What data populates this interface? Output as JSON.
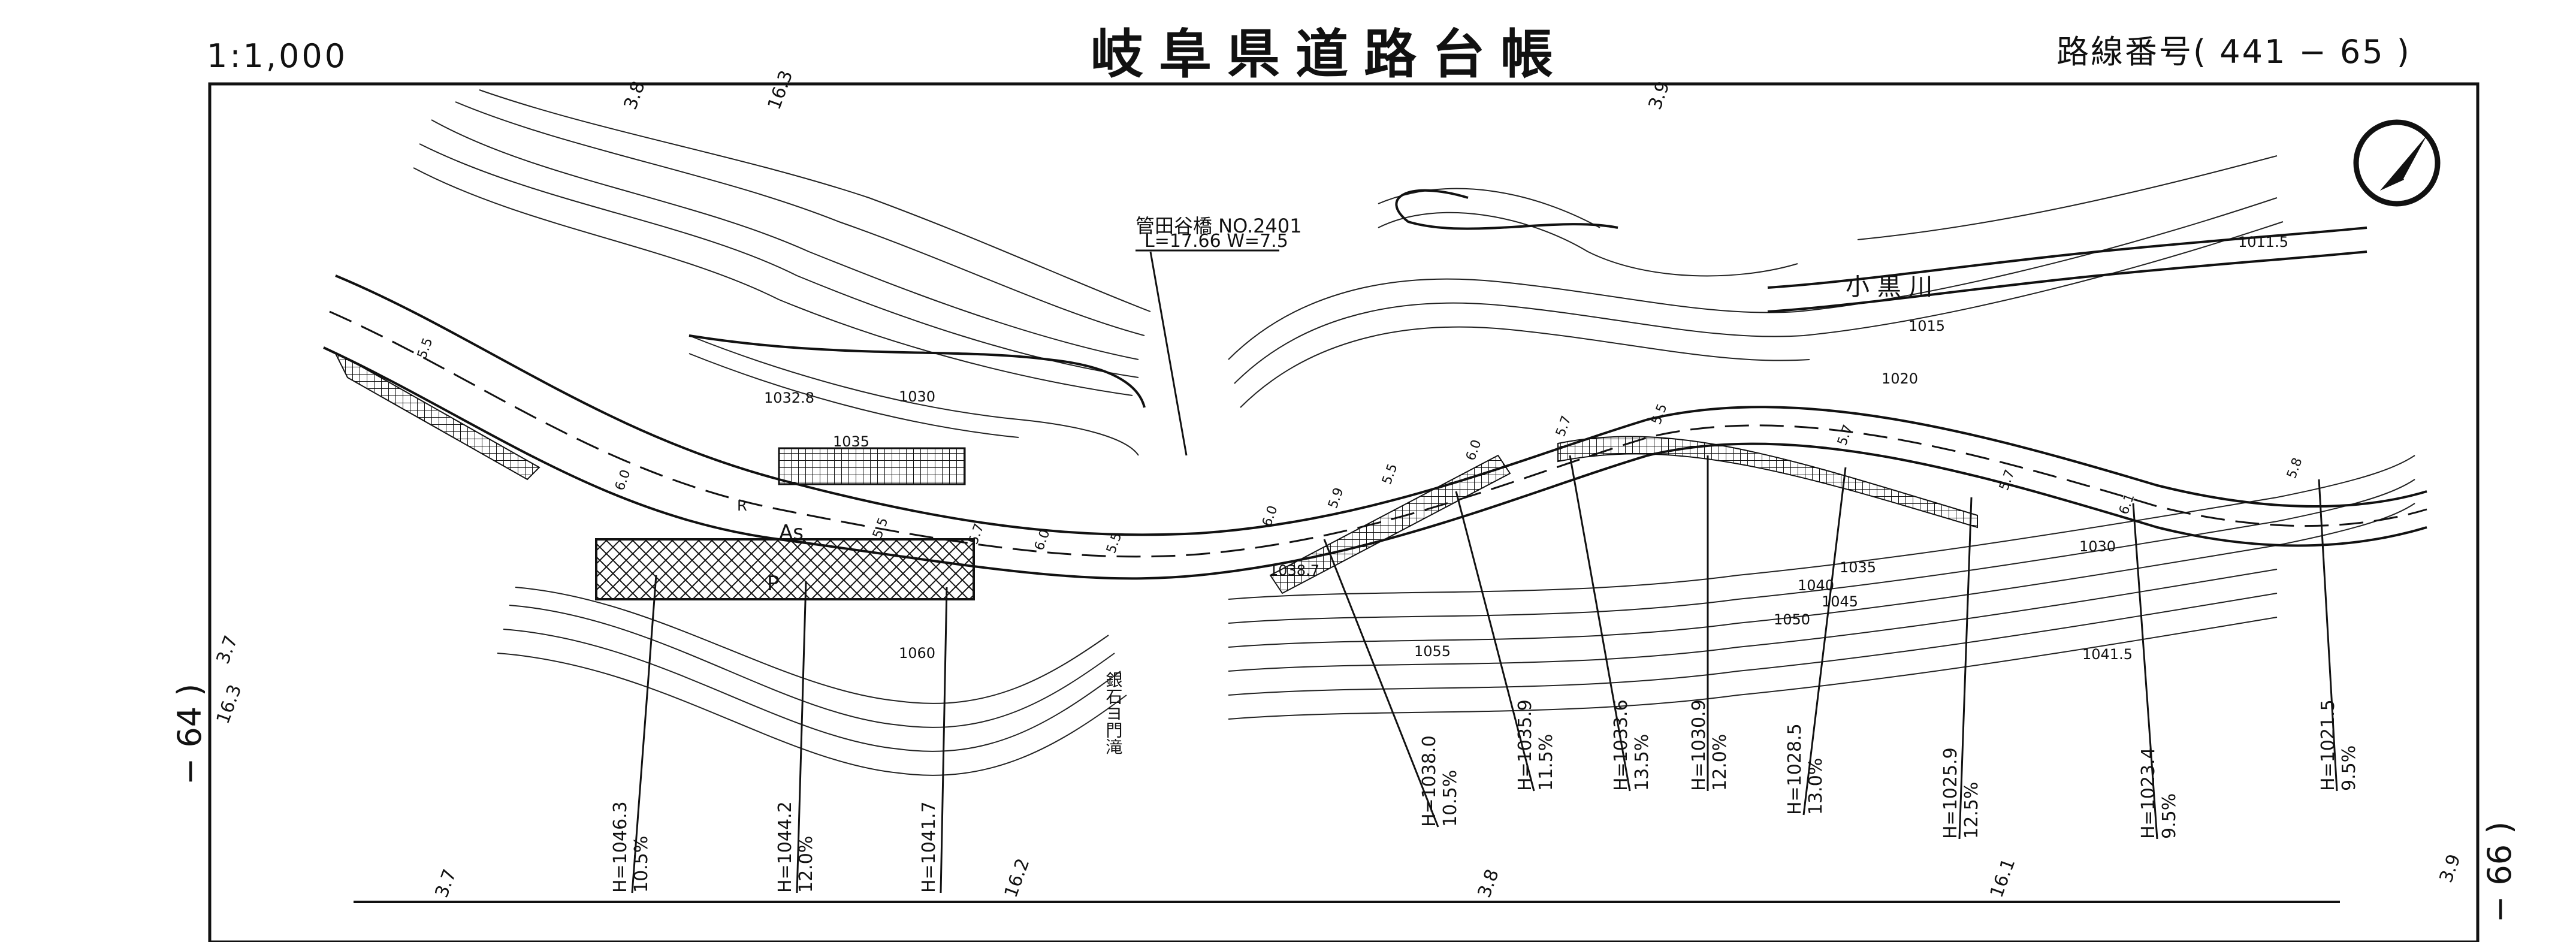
{
  "header": {
    "scale": "1:1,000",
    "title": "岐阜県道路台帳",
    "route_number": "路線番号( 441 − 65 )"
  },
  "sheet_refs": {
    "prev": "− 64 )",
    "next": "− 66 )"
  },
  "bridge": {
    "name_label": "管田谷橋  NO.2401",
    "dims_label": "L=17.66  W=7.5"
  },
  "river": {
    "name": "小 黒 川"
  },
  "waterfall": {
    "name": "銀石ヨ門滝"
  },
  "map_text": {
    "as": "As",
    "p": "P",
    "r": "R"
  },
  "km_markers": [
    "3.8",
    "16.3",
    "3.9",
    "3.7",
    "16.3",
    "3.7",
    "16.2",
    "3.8",
    "16.1",
    "3.9"
  ],
  "elevations": [
    "1032.8",
    "1030",
    "1035",
    "1060",
    "1055",
    "1050",
    "1045",
    "1040",
    "1035",
    "1030",
    "1020",
    "1015",
    "1011.5",
    "1041.5",
    "1038.7"
  ],
  "grades": [
    {
      "h": "H=1046.3",
      "pct": "10.5%"
    },
    {
      "h": "H=1044.2",
      "pct": "12.0%"
    },
    {
      "h": "H=1041.7",
      "pct": ""
    },
    {
      "h": "H=1038.0",
      "pct": "10.5%"
    },
    {
      "h": "H=1035.9",
      "pct": "11.5%"
    },
    {
      "h": "H=1033.6",
      "pct": "13.5%"
    },
    {
      "h": "H=1030.9",
      "pct": "12.0%"
    },
    {
      "h": "H=1028.5",
      "pct": "13.0%"
    },
    {
      "h": "H=1025.9",
      "pct": "12.5%"
    },
    {
      "h": "H=1023.4",
      "pct": "9.5%"
    },
    {
      "h": "H=1021.5",
      "pct": "9.5%"
    }
  ],
  "widths": [
    "5.5",
    "6.0",
    "5.5",
    "6.0",
    "5.5",
    "5.7",
    "6.0",
    "5.5",
    "6.0",
    "5.7",
    "5.9",
    "5.5",
    "5.7",
    "6.1",
    "5.8",
    "5.7"
  ]
}
